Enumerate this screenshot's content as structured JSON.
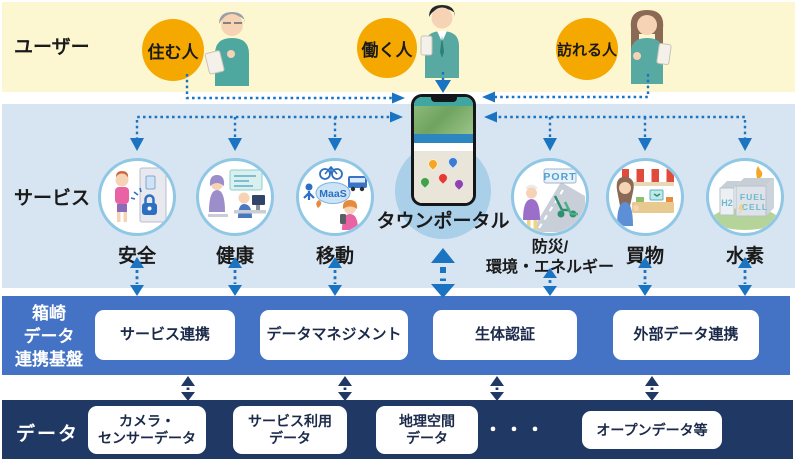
{
  "colors": {
    "users_band_bg": "#FCF7D1",
    "user_circle": "#F5A800",
    "services_band_bg": "#D7E4F1",
    "portal_circle_bg": "#A9CFE9",
    "service_circle_border": "#8FC7E5",
    "platform_band_bg": "#4472C4",
    "data_band_bg": "#1F3864",
    "arrow_blue": "#1B74C2",
    "arrow_navy": "#1F3864"
  },
  "users": {
    "band_label": "ユーザー",
    "items": [
      {
        "label": "住む人"
      },
      {
        "label": "働く人"
      },
      {
        "label": "訪れる人"
      }
    ]
  },
  "services": {
    "band_label": "サービス",
    "portal_label": "タウンポータル",
    "items": [
      {
        "label": "安全"
      },
      {
        "label": "健康"
      },
      {
        "label": "移動",
        "icon_text": "MaaS"
      },
      {
        "label": "防災/",
        "label2": "環境・エネルギー",
        "icon_text": "PORT"
      },
      {
        "label": "買物"
      },
      {
        "label": "水素",
        "icon_text": "H2",
        "icon_text2": "FUEL",
        "icon_text3": "CELL"
      }
    ]
  },
  "platform": {
    "label_line1": "箱崎",
    "label_line2": "データ",
    "label_line3": "連携基盤",
    "boxes": [
      {
        "label": "サービス連携"
      },
      {
        "label": "データマネジメント"
      },
      {
        "label": "生体認証"
      },
      {
        "label": "外部データ連携"
      }
    ]
  },
  "data_layer": {
    "band_label": "データ",
    "boxes": [
      {
        "line1": "カメラ・",
        "line2": "センサーデータ"
      },
      {
        "line1": "サービス利用",
        "line2": "データ"
      },
      {
        "line1": "地理空間",
        "line2": "データ"
      },
      {
        "line1": "オープンデータ等"
      }
    ],
    "ellipsis": "・・・"
  }
}
